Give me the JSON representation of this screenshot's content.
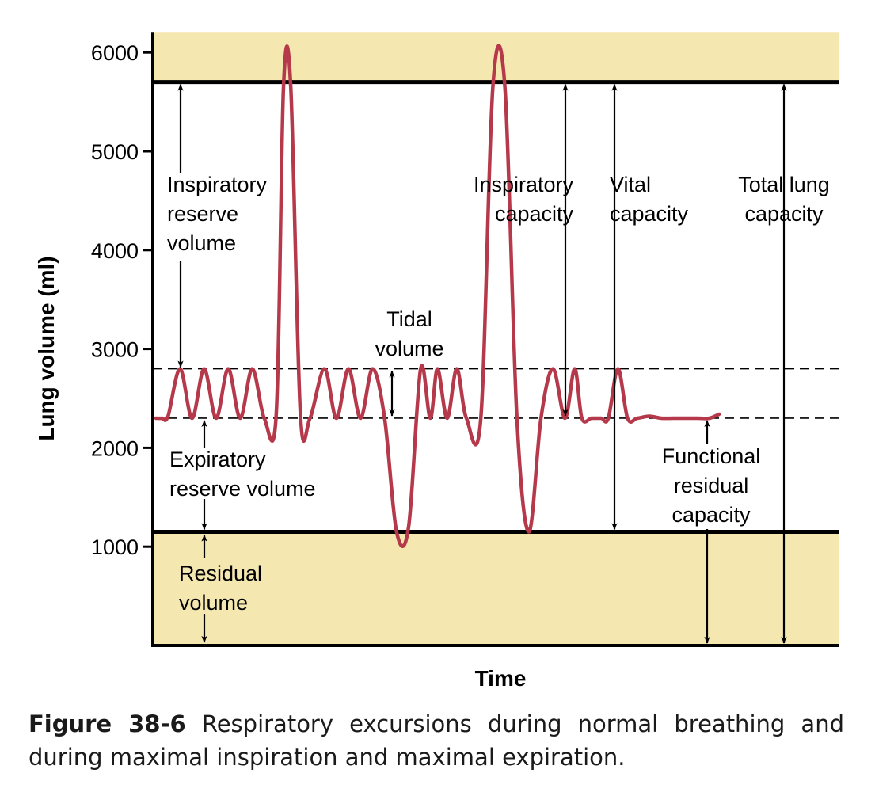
{
  "chart_data": {
    "type": "line",
    "ylabel": "Lung volume (ml)",
    "xlabel": "Time",
    "ylim": [
      0,
      6200
    ],
    "yticks": [
      1000,
      2000,
      3000,
      4000,
      5000,
      6000
    ],
    "reference_lines": {
      "total_lung_capacity": 5700,
      "tidal_top": 2800,
      "tidal_bottom": 2300,
      "residual_volume": 1150
    },
    "series": [
      {
        "color": "#b5394a",
        "x": [
          0,
          0.25,
          0.5,
          1,
          1.5,
          2,
          2.5,
          3,
          3.5,
          4,
          4.5,
          5,
          5.3,
          5.6,
          6.0,
          6.4,
          7,
          7.5,
          8,
          8.5,
          9,
          9.5,
          10,
          10.5,
          11,
          11.4,
          11.7,
          12.1,
          12.5,
          12.9,
          13.5,
          14,
          14.5,
          15,
          15.5,
          16,
          16.5,
          17,
          17.4,
          17.7,
          18.1,
          18.5,
          18.8,
          19.2,
          19.6,
          20,
          20.5,
          21,
          21.5,
          22,
          22.5,
          23,
          23.4
        ],
        "values": [
          2300,
          2300,
          2320,
          2800,
          2300,
          2800,
          2300,
          2800,
          2300,
          2800,
          2300,
          2350,
          5650,
          5650,
          2350,
          2300,
          2800,
          2300,
          2800,
          2300,
          2800,
          2300,
          1150,
          1200,
          2800,
          2300,
          2800,
          2300,
          2800,
          2300,
          2300,
          5650,
          5650,
          2300,
          1150,
          2300,
          2800,
          2300,
          2800,
          2300,
          2300,
          2300,
          2300,
          2800,
          2300,
          2300,
          2320,
          2300,
          2300,
          2300,
          2300,
          2300,
          2340
        ]
      }
    ],
    "annotations": {
      "irv": [
        "Inspiratory",
        "reserve",
        "volume"
      ],
      "tidal": [
        "Tidal",
        "volume"
      ],
      "ic": [
        "Inspiratory",
        "capacity"
      ],
      "vc": [
        "Vital",
        "capacity"
      ],
      "tlc": [
        "Total lung",
        "capacity"
      ],
      "erv": [
        "Expiratory",
        "reserve volume"
      ],
      "frc": [
        "Functional",
        "residual",
        "capacity"
      ],
      "rv": [
        "Residual",
        "volume"
      ]
    },
    "colors": {
      "trace": "#b5394a",
      "band": "#f5e7b0"
    }
  },
  "caption": {
    "label": "Figure 38-6",
    "text": " Respiratory excursions during normal breathing and during maximal inspiration and maximal expiration."
  }
}
